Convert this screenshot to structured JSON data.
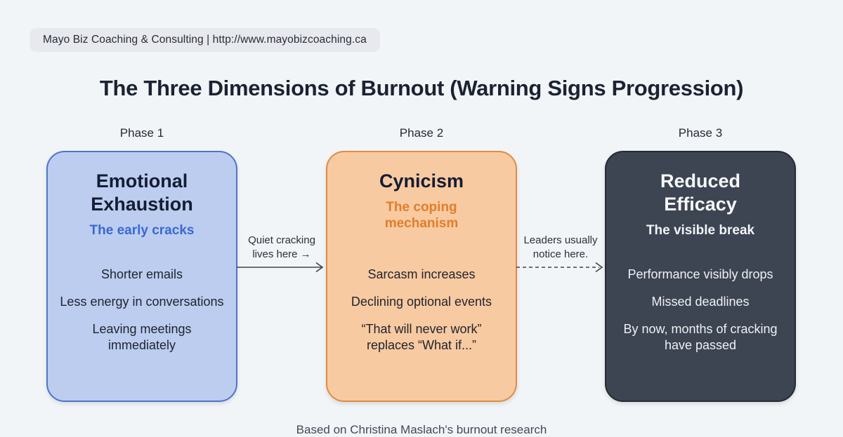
{
  "page": {
    "background": "#f1f5f7"
  },
  "brand_badge": {
    "text": "Mayo Biz Coaching & Consulting | http://www.mayobizcoaching.ca"
  },
  "title": "The Three Dimensions of Burnout (Warning Signs Progression)",
  "phases": [
    {
      "label": "Phase 1",
      "title": "Emotional Exhaustion",
      "subtitle": "The early cracks",
      "items": [
        "Shorter emails",
        "Less energy in conversations",
        "Leaving meetings immediately"
      ],
      "colors": {
        "fill": "#bccdf0",
        "border": "#4f74c9",
        "subtitle": "#3a68d2",
        "text": "#20252f"
      }
    },
    {
      "label": "Phase 2",
      "title": "Cynicism",
      "subtitle": "The coping mechanism",
      "items": [
        "Sarcasm increases",
        "Declining optional events",
        "“That will never work” replaces “What if...”"
      ],
      "colors": {
        "fill": "#f8caa1",
        "border": "#e08c45",
        "subtitle": "#e07e2b",
        "text": "#20252f"
      }
    },
    {
      "label": "Phase 3",
      "title": "Reduced Efficacy",
      "subtitle": "The visible break",
      "items": [
        "Performance visibly drops",
        "Missed deadlines",
        "By now, months of cracking have passed"
      ],
      "colors": {
        "fill": "#3d4452",
        "border": "#262a33",
        "subtitle": "#f2f4f8",
        "text": "#eef1f5"
      }
    }
  ],
  "connectors": [
    {
      "label_line1": "Quiet cracking",
      "label_line2": "lives here →",
      "line_style": "solid",
      "color": "#3f4450"
    },
    {
      "label_line1": "Leaders usually",
      "label_line2": "notice here.",
      "line_style": "dashed",
      "color": "#3f4450"
    }
  ],
  "footer": {
    "caption_cut_off": "Based on Christina Maslach's burnout research"
  }
}
